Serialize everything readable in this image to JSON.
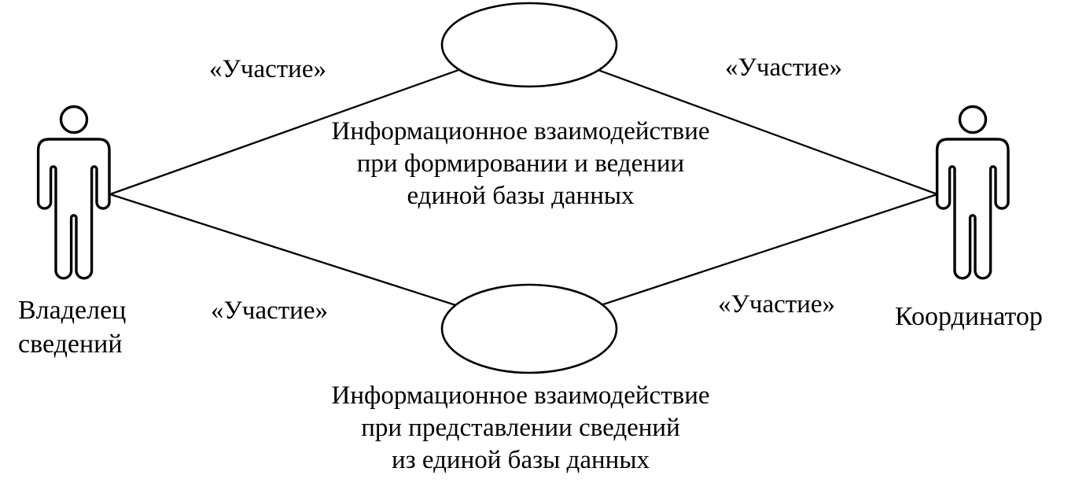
{
  "diagram": {
    "type": "uml-use-case",
    "colors": {
      "ink": "#000000",
      "background": "#ffffff"
    },
    "actors": [
      {
        "id": "owner",
        "name": "Владелец сведений",
        "label_line1": "Владелец",
        "label_line2": "сведений",
        "side": "left"
      },
      {
        "id": "coordinator",
        "name": "Координатор",
        "label_line1": "Координатор",
        "label_line2": "",
        "side": "right"
      }
    ],
    "use_cases": [
      {
        "id": "top",
        "line1": "Информационное взаимодействие",
        "line2": "при формировании и ведении",
        "line3": "единой базы данных"
      },
      {
        "id": "bottom",
        "line1": "Информационное взаимодействие",
        "line2": "при представлении сведений",
        "line3": "из единой базы данных"
      }
    ],
    "associations": [
      {
        "label": "«Участие»",
        "from": "owner",
        "to": "top"
      },
      {
        "label": "«Участие»",
        "from": "coordinator",
        "to": "top"
      },
      {
        "label": "«Участие»",
        "from": "owner",
        "to": "bottom"
      },
      {
        "label": "«Участие»",
        "from": "coordinator",
        "to": "bottom"
      }
    ]
  }
}
